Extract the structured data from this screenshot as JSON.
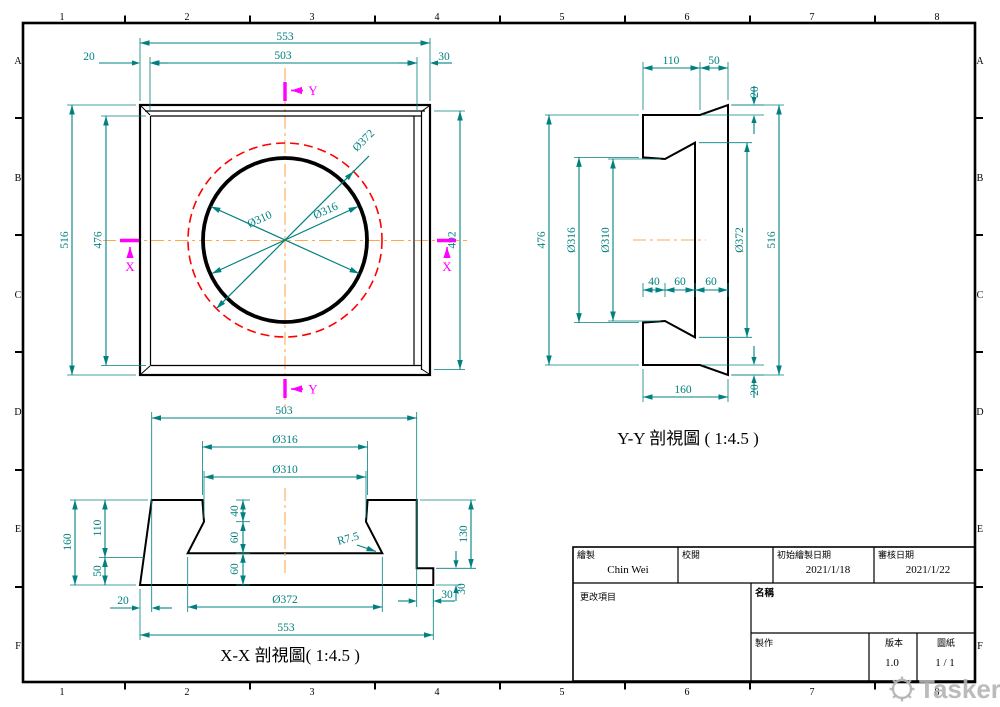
{
  "sheet": {
    "zone_columns": [
      "1",
      "2",
      "3",
      "4",
      "5",
      "6",
      "7",
      "8"
    ],
    "zone_rows": [
      "A",
      "B",
      "C",
      "D",
      "E",
      "F"
    ]
  },
  "top_view": {
    "dim_553": "553",
    "dim_503_top": "503",
    "dim_20_left": "20",
    "dim_30_right": "30",
    "dim_516": "516",
    "dim_476": "476",
    "dim_492": "492",
    "dia_372": "Ø372",
    "dia_316": "Ø316",
    "dia_310": "Ø310",
    "marker_y_top": "Y",
    "marker_y_bottom": "Y",
    "marker_x_left": "X",
    "marker_x_right": "X"
  },
  "yy_section": {
    "caption": "Y-Y 剖視圖 ( 1:4.5 )",
    "dim_110": "110",
    "dim_50": "50",
    "dim_20_top": "20",
    "dim_476": "476",
    "dia_316": "Ø316",
    "dia_310": "Ø310",
    "dia_372": "Ø372",
    "dim_516": "516",
    "dim_40": "40",
    "dim_60_mid": "60",
    "dim_60_back": "60",
    "dim_160": "160",
    "dim_20_bottom": "20"
  },
  "xx_section": {
    "caption": "X-X 剖視圖( 1:4.5 )",
    "dim_503": "503",
    "dia_316": "Ø316",
    "dia_310": "Ø310",
    "dim_160": "160",
    "dim_110": "110",
    "dim_50": "50",
    "dim_40": "40",
    "dim_60_mid": "60",
    "dim_60_bottom": "60",
    "radius_fillet": "R7.5",
    "dim_130": "130",
    "dim_30_step_vertical": "30",
    "dim_30_step_horizontal": "30",
    "dim_20": "20",
    "dia_372": "Ø372",
    "dim_553": "553"
  },
  "title_block": {
    "drawn_label": "繪製",
    "drawn_value": "Chin Wei",
    "checked_label": "校閱",
    "initial_date_label": "初始繪製日期",
    "initial_date_value": "2021/1/18",
    "review_date_label": "審核日期",
    "review_date_value": "2021/1/22",
    "changes_label": "更改項目",
    "name_label": "名稱",
    "made_label": "製作",
    "version_label": "版本",
    "version_value": "1.0",
    "sheet_label": "圖紙",
    "sheet_value": "1 / 1"
  },
  "watermark": {
    "text": "Tasker"
  },
  "colors": {
    "dimension": "#008080",
    "outline": "#000000",
    "centerline": "#ffa852",
    "section_marker": "#ff00ff",
    "hidden_circle": "#ff0000",
    "watermark": "#b4b4b4"
  }
}
